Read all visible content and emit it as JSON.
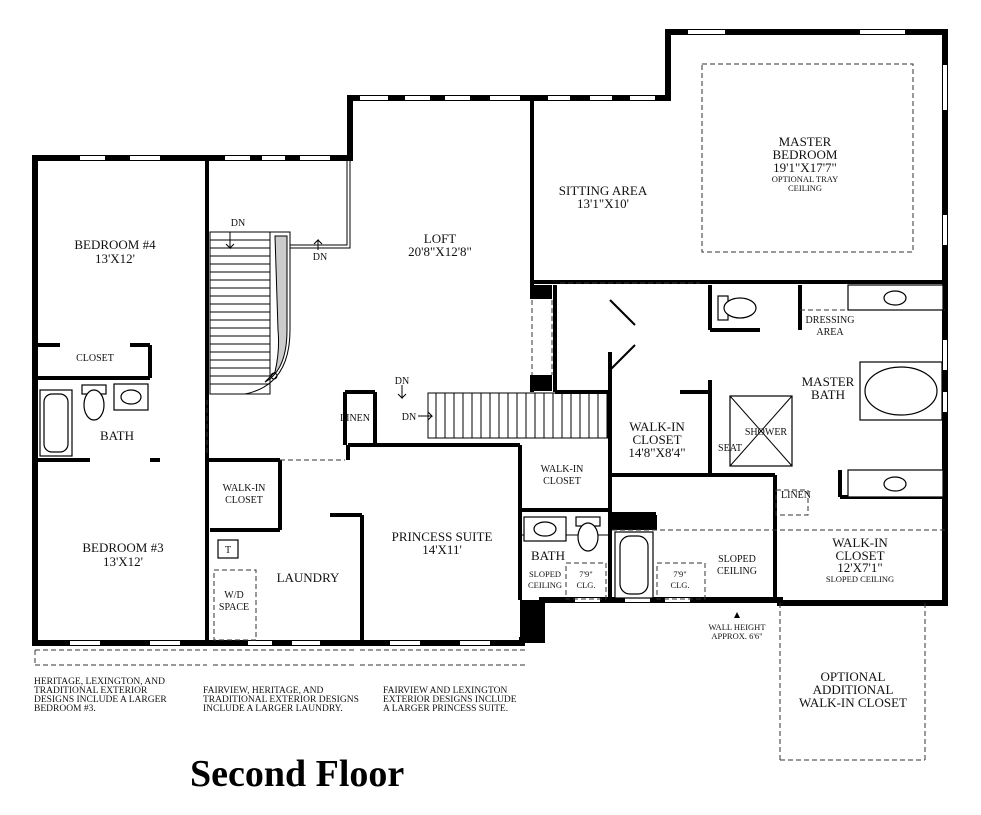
{
  "title": "Second Floor",
  "rooms": {
    "bedroom4": {
      "name": "BEDROOM #4",
      "dim": "13'X12'"
    },
    "closet_b4": {
      "name": "CLOSET"
    },
    "bath1": {
      "name": "BATH"
    },
    "bedroom3": {
      "name": "BEDROOM #3",
      "dim": "13'X12'"
    },
    "walkin_b3": {
      "line1": "WALK-IN",
      "line2": "CLOSET"
    },
    "laundry": {
      "name": "LAUNDRY"
    },
    "wd_space": {
      "line1": "W/D",
      "line2": "SPACE"
    },
    "t_mark": "T",
    "loft": {
      "name": "LOFT",
      "dim": "20'8\"X12'8\""
    },
    "linen1": "LINEN",
    "princess": {
      "name": "PRINCESS SUITE",
      "dim": "14'X11'"
    },
    "walkin_ps": {
      "line1": "WALK-IN",
      "line2": "CLOSET"
    },
    "bath2": {
      "name": "BATH"
    },
    "sloped_ceiling_1": {
      "line1": "SLOPED",
      "line2": "CEILING"
    },
    "clg_1": {
      "line1": "7'9\"",
      "line2": "CLG."
    },
    "clg_2": {
      "line1": "7'9\"",
      "line2": "CLG."
    },
    "sloped_ceiling_2": {
      "line1": "SLOPED",
      "line2": "CEILING"
    },
    "sitting": {
      "name": "SITTING AREA",
      "dim": "13'1\"X10'"
    },
    "master_bed": {
      "line1": "MASTER",
      "line2": "BEDROOM",
      "dim": "19'1\"X17'7\"",
      "note1": "OPTIONAL TRAY",
      "note2": "CEILING"
    },
    "dressing": {
      "line1": "DRESSING",
      "line2": "AREA"
    },
    "master_bath": {
      "line1": "MASTER",
      "line2": "BATH"
    },
    "walkin_master": {
      "line1": "WALK-IN",
      "line2": "CLOSET",
      "dim": "14'8\"X8'4\""
    },
    "shower": "SHOWER",
    "seat": "SEAT",
    "linen2": "LINEN",
    "walkin_small": {
      "line1": "WALK-IN",
      "line2": "CLOSET",
      "dim": "12'X7'1\"",
      "note": "SLOPED CEILING"
    },
    "wall_height": {
      "line1": "WALL HEIGHT",
      "line2": "APPROX. 6'6\""
    },
    "optional_closet": {
      "line1": "OPTIONAL",
      "line2": "ADDITIONAL",
      "line3": "WALK-IN CLOSET"
    }
  },
  "stairs": {
    "dn1": "DN",
    "dn2": "DN",
    "dn3": "DN",
    "dn4": "DN"
  },
  "notes": {
    "n1": [
      "HERITAGE, LEXINGTON, AND",
      "TRADITIONAL EXTERIOR",
      "DESIGNS INCLUDE A LARGER",
      "BEDROOM #3."
    ],
    "n2": [
      "FAIRVIEW, HERITAGE, AND",
      "TRADITIONAL EXTERIOR DESIGNS",
      "INCLUDE A LARGER LAUNDRY."
    ],
    "n3": [
      "FAIRVIEW AND LEXINGTON",
      "EXTERIOR DESIGNS INCLUDE",
      "A LARGER PRINCESS SUITE."
    ]
  }
}
